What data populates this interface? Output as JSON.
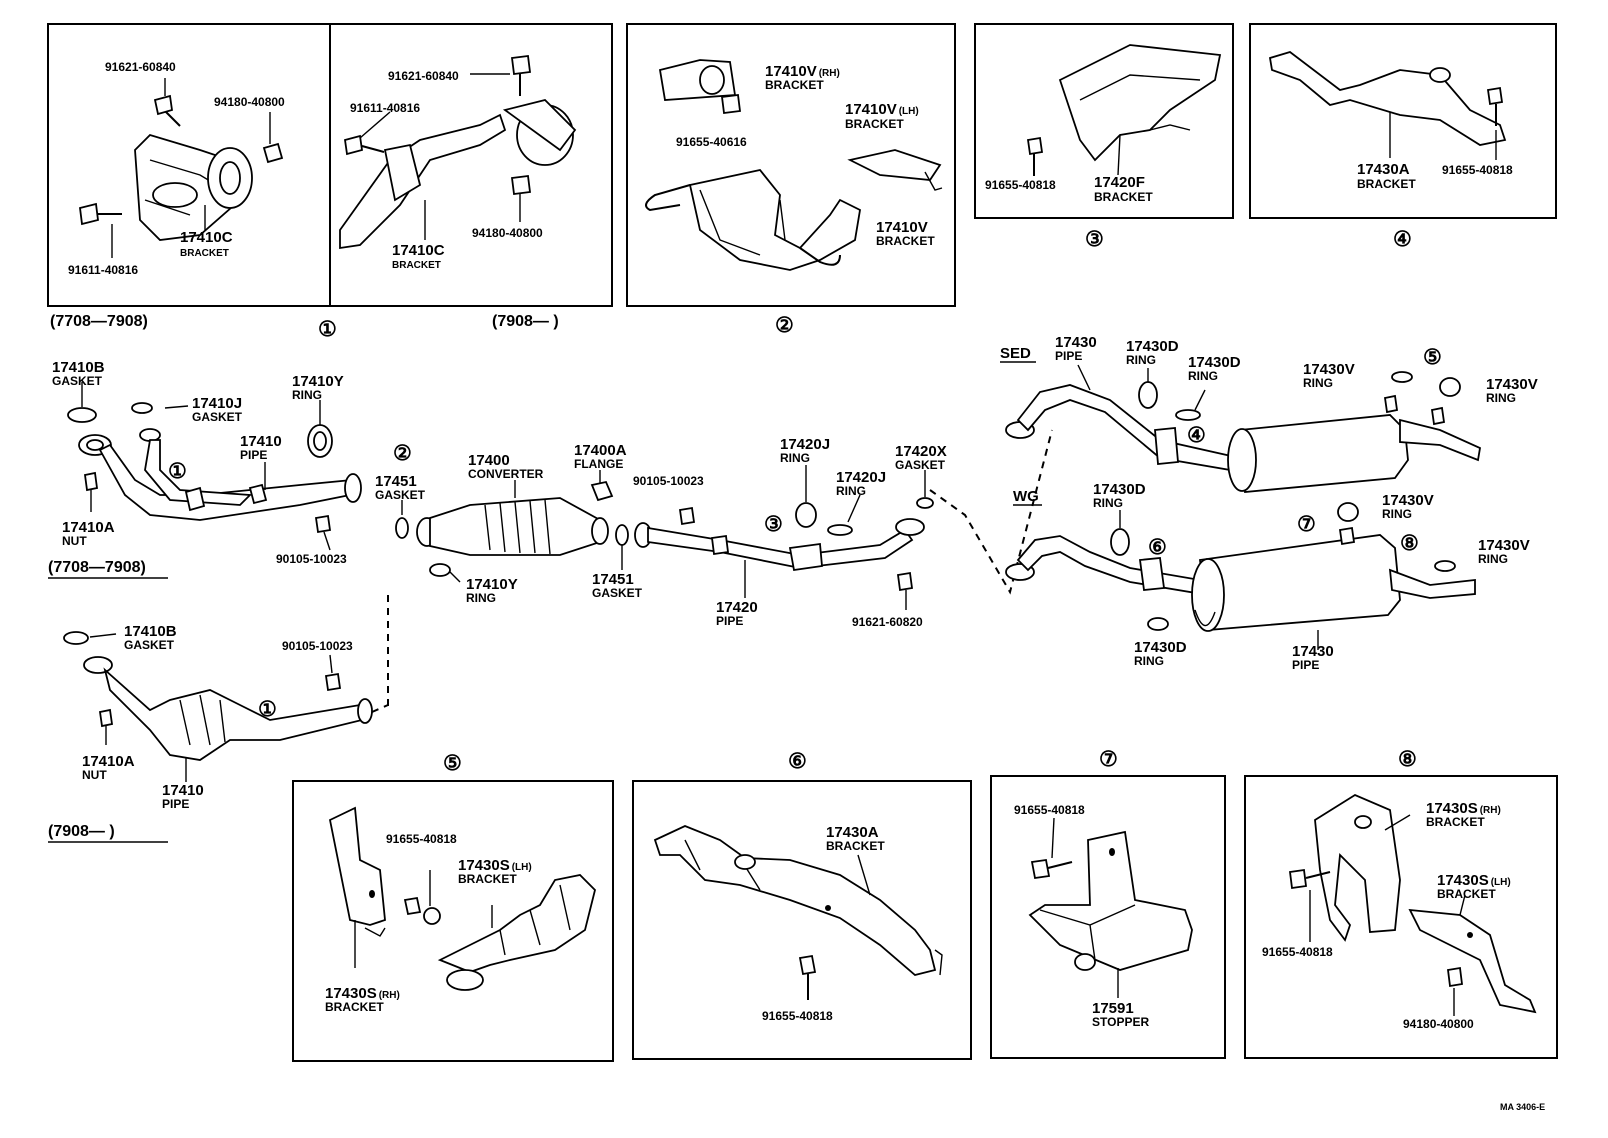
{
  "boxes": {
    "b1": {
      "callout": "①",
      "left_panel": {
        "range": "(7708—7908)",
        "bolt": "91621-60840",
        "nut": "94180-40800",
        "bracket_no": "17410C",
        "bracket_name": "BRACKET",
        "bolt2": "91611-40816"
      },
      "right_panel": {
        "range": "(7908—      )",
        "bolt": "91621-60840",
        "bolt2": "91611-40816",
        "nut": "94180-40800",
        "bracket_no": "17410C",
        "bracket_name": "BRACKET"
      }
    },
    "b2": {
      "callout": "②",
      "rh_no": "17410V",
      "rh_side": "(RH)",
      "rh_name": "BRACKET",
      "bolt": "91655-40616",
      "lh_no": "17410V",
      "lh_side": "(LH)",
      "lh_name": "BRACKET",
      "main_no": "17410V",
      "main_name": "BRACKET"
    },
    "b3": {
      "callout": "③",
      "bolt": "91655-40818",
      "bracket_no": "17420F",
      "bracket_name": "BRACKET"
    },
    "b4": {
      "callout": "④",
      "bracket_no": "17430A",
      "bracket_name": "BRACKET",
      "bolt": "91655-40818"
    },
    "b5": {
      "callout": "⑤",
      "bolt": "91655-40818",
      "lh_no": "17430S",
      "lh_side": "(LH)",
      "lh_name": "BRACKET",
      "rh_no": "17430S",
      "rh_side": "(RH)",
      "rh_name": "BRACKET"
    },
    "b6": {
      "callout": "⑥",
      "bracket_no": "17430A",
      "bracket_name": "BRACKET",
      "bolt": "91655-40818"
    },
    "b7": {
      "callout": "⑦",
      "bolt": "91655-40818",
      "stopper_no": "17591",
      "stopper_name": "STOPPER"
    },
    "b8": {
      "callout": "⑧",
      "rh_no": "17430S",
      "rh_side": "(RH)",
      "rh_name": "BRACKET",
      "lh_no": "17430S",
      "lh_side": "(LH)",
      "lh_name": "BRACKET",
      "bolt": "91655-40818",
      "nut": "94180-40800"
    }
  },
  "main": {
    "gasket_17410b": {
      "no": "17410B",
      "name": "GASKET"
    },
    "gasket_17410j": {
      "no": "17410J",
      "name": "GASKET"
    },
    "ring_17410y": {
      "no": "17410Y",
      "name": "RING"
    },
    "pipe_17410": {
      "no": "17410",
      "name": "PIPE"
    },
    "nut_17410a": {
      "no": "17410A",
      "name": "NUT"
    },
    "range_upper": "(7708—7908)",
    "bolt_90105_a": "90105-10023",
    "gasket_17451_a": {
      "no": "17451",
      "name": "GASKET"
    },
    "converter": {
      "no": "17400",
      "name": "CONVERTER"
    },
    "flange": {
      "no": "17400A",
      "name": "FLANGE"
    },
    "bolt_90105_b": "90105-10023",
    "ring_17410y_b": {
      "no": "17410Y",
      "name": "RING"
    },
    "gasket_17451_b": {
      "no": "17451",
      "name": "GASKET"
    },
    "pipe_17420": {
      "no": "17420",
      "name": "PIPE"
    },
    "ring_17420j_a": {
      "no": "17420J",
      "name": "RING"
    },
    "ring_17420j_b": {
      "no": "17420J",
      "name": "RING"
    },
    "gasket_17420x": {
      "no": "17420X",
      "name": "GASKET"
    },
    "bolt_91621": "91621-60820",
    "lower_gasket": {
      "no": "17410B",
      "name": "GASKET"
    },
    "bolt_90105_c": "90105-10023",
    "lower_nut": {
      "no": "17410A",
      "name": "NUT"
    },
    "lower_pipe": {
      "no": "17410",
      "name": "PIPE"
    },
    "range_lower": "(7908—      )",
    "circled": {
      "c1": "①",
      "c2": "②",
      "c3": "③",
      "c4": "④",
      "c5": "⑤",
      "c6": "⑥",
      "c7": "⑦",
      "c8": "⑧"
    }
  },
  "sed": {
    "label": "SED",
    "pipe": {
      "no": "17430",
      "name": "PIPE"
    },
    "ring_d1": {
      "no": "17430D",
      "name": "RING"
    },
    "ring_d2": {
      "no": "17430D",
      "name": "RING"
    },
    "ring_v1": {
      "no": "17430V",
      "name": "RING"
    },
    "ring_v2": {
      "no": "17430V",
      "name": "RING"
    }
  },
  "wg": {
    "label": "WG",
    "ring_d1": {
      "no": "17430D",
      "name": "RING"
    },
    "ring_d2": {
      "no": "17430D",
      "name": "RING"
    },
    "ring_v1": {
      "no": "17430V",
      "name": "RING"
    },
    "ring_v2": {
      "no": "17430V",
      "name": "RING"
    },
    "pipe": {
      "no": "17430",
      "name": "PIPE"
    }
  },
  "footer_code": "MA 3406-E"
}
